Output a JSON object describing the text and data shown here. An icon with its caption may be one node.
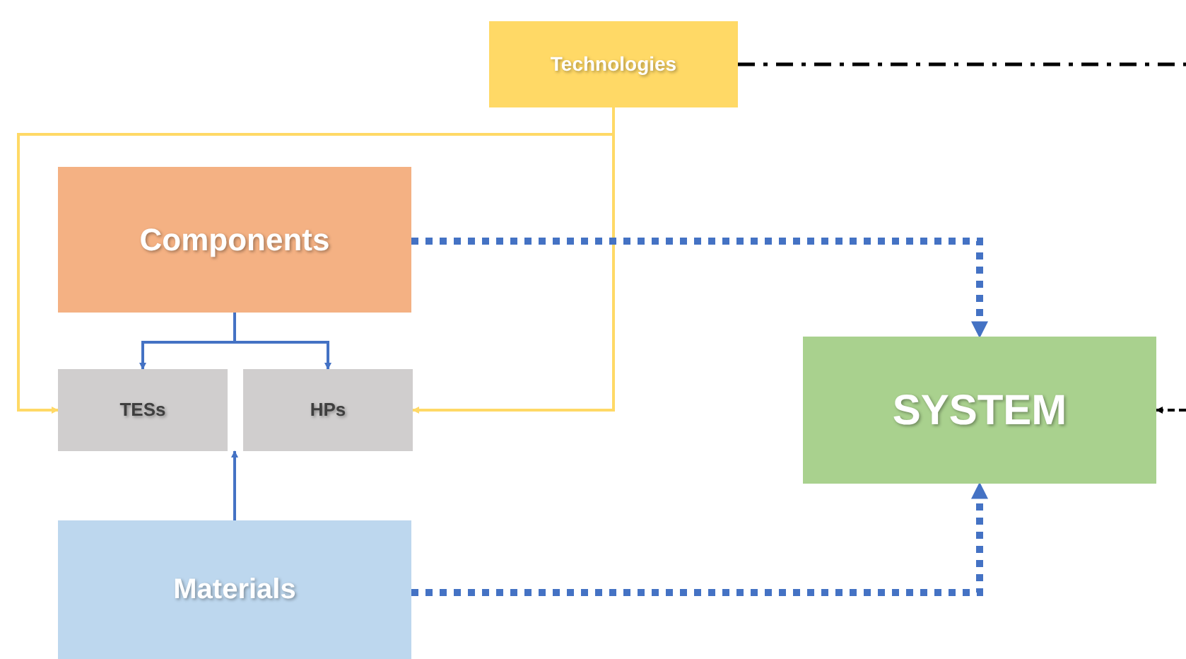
{
  "diagram": {
    "nodes": [
      {
        "text": [
          "Technologies"
        ]
      },
      {
        "text": [
          "Components"
        ]
      },
      {
        "text": [
          "TESs"
        ]
      },
      {
        "text": [
          "HPs"
        ]
      },
      {
        "text": [
          "Materials"
        ]
      },
      {
        "text": [
          "SYSTEM"
        ]
      }
    ],
    "edges": [
      {
        "from": 0,
        "to": 2,
        "arrow": "to",
        "color": "#ffd966"
      },
      {
        "from": 0,
        "to": 3,
        "arrow": "to",
        "color": "#ffd966"
      },
      {
        "from": 0,
        "to": null,
        "arrow": "none",
        "style": "dashed",
        "color": "#000000"
      },
      {
        "from": 1,
        "to": 2,
        "arrow": "to"
      },
      {
        "from": 1,
        "to": 3,
        "arrow": "to"
      },
      {
        "from": 4,
        "to": 2,
        "arrow": "to"
      },
      {
        "from": 1,
        "to": 5,
        "arrow": "to",
        "style": "dashed"
      },
      {
        "from": 4,
        "to": 5,
        "arrow": "to",
        "style": "dashed"
      },
      {
        "from": null,
        "to": 5,
        "arrow": "to",
        "style": "dashed",
        "color": "#000000"
      }
    ]
  }
}
